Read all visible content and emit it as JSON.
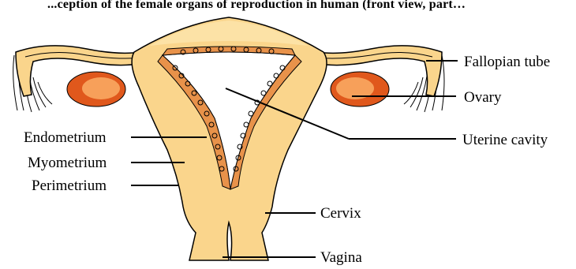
{
  "caption_fragment": "...ception of the female organs of reproduction in human (front view, part…",
  "labels": {
    "fallopian_tube": "Fallopian tube",
    "ovary": "Ovary",
    "uterine_cavity": "Uterine cavity",
    "endometrium": "Endometrium",
    "myometrium": "Myometrium",
    "perimetrium": "Perimetrium",
    "cervix": "Cervix",
    "vagina": "Vagina"
  },
  "colors": {
    "tissue": "#FAD58C",
    "tissue_light": "#FCE2A6",
    "outline": "#000000",
    "endometrium": "#E8924A",
    "ovary_dark": "#E0581C",
    "ovary_light": "#F7A05A"
  }
}
